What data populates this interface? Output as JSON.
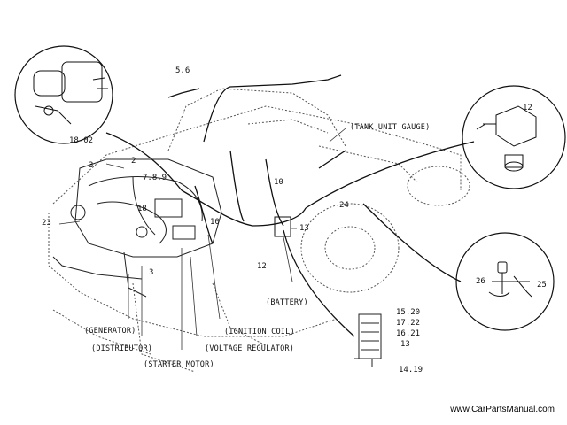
{
  "diagram": {
    "labels": {
      "tank_unit_gauge": "(TANK UNIT GAUGE)",
      "battery": "(BATTERY)",
      "generator": "(GENERATOR)",
      "distributor": "(DISTRIBUTOR)",
      "starter_motor": "(STARTER MOTOR)",
      "ignition_coil": "(IGNITION COIL)",
      "voltage_regulator": "(VOLTAGE REGULATOR)"
    },
    "part_numbers": {
      "p56": "5.6",
      "p12_top": "12",
      "p18_02": "18-02",
      "p3": "3",
      "p2": "2",
      "p789": "7.8.9",
      "p18": "18",
      "p10_a": "10",
      "p10_b": "10",
      "p24": "24",
      "p13": "13",
      "p12_mid": "12",
      "p23": "23",
      "p3_low": "3",
      "p26": "26",
      "p25": "25",
      "p1520": "15.20",
      "p1722": "17.22",
      "p1621": "16.21",
      "p13_low": "13",
      "p1419": "14.19"
    }
  },
  "footer": {
    "watermark": "www.CarPartsManual.com"
  }
}
